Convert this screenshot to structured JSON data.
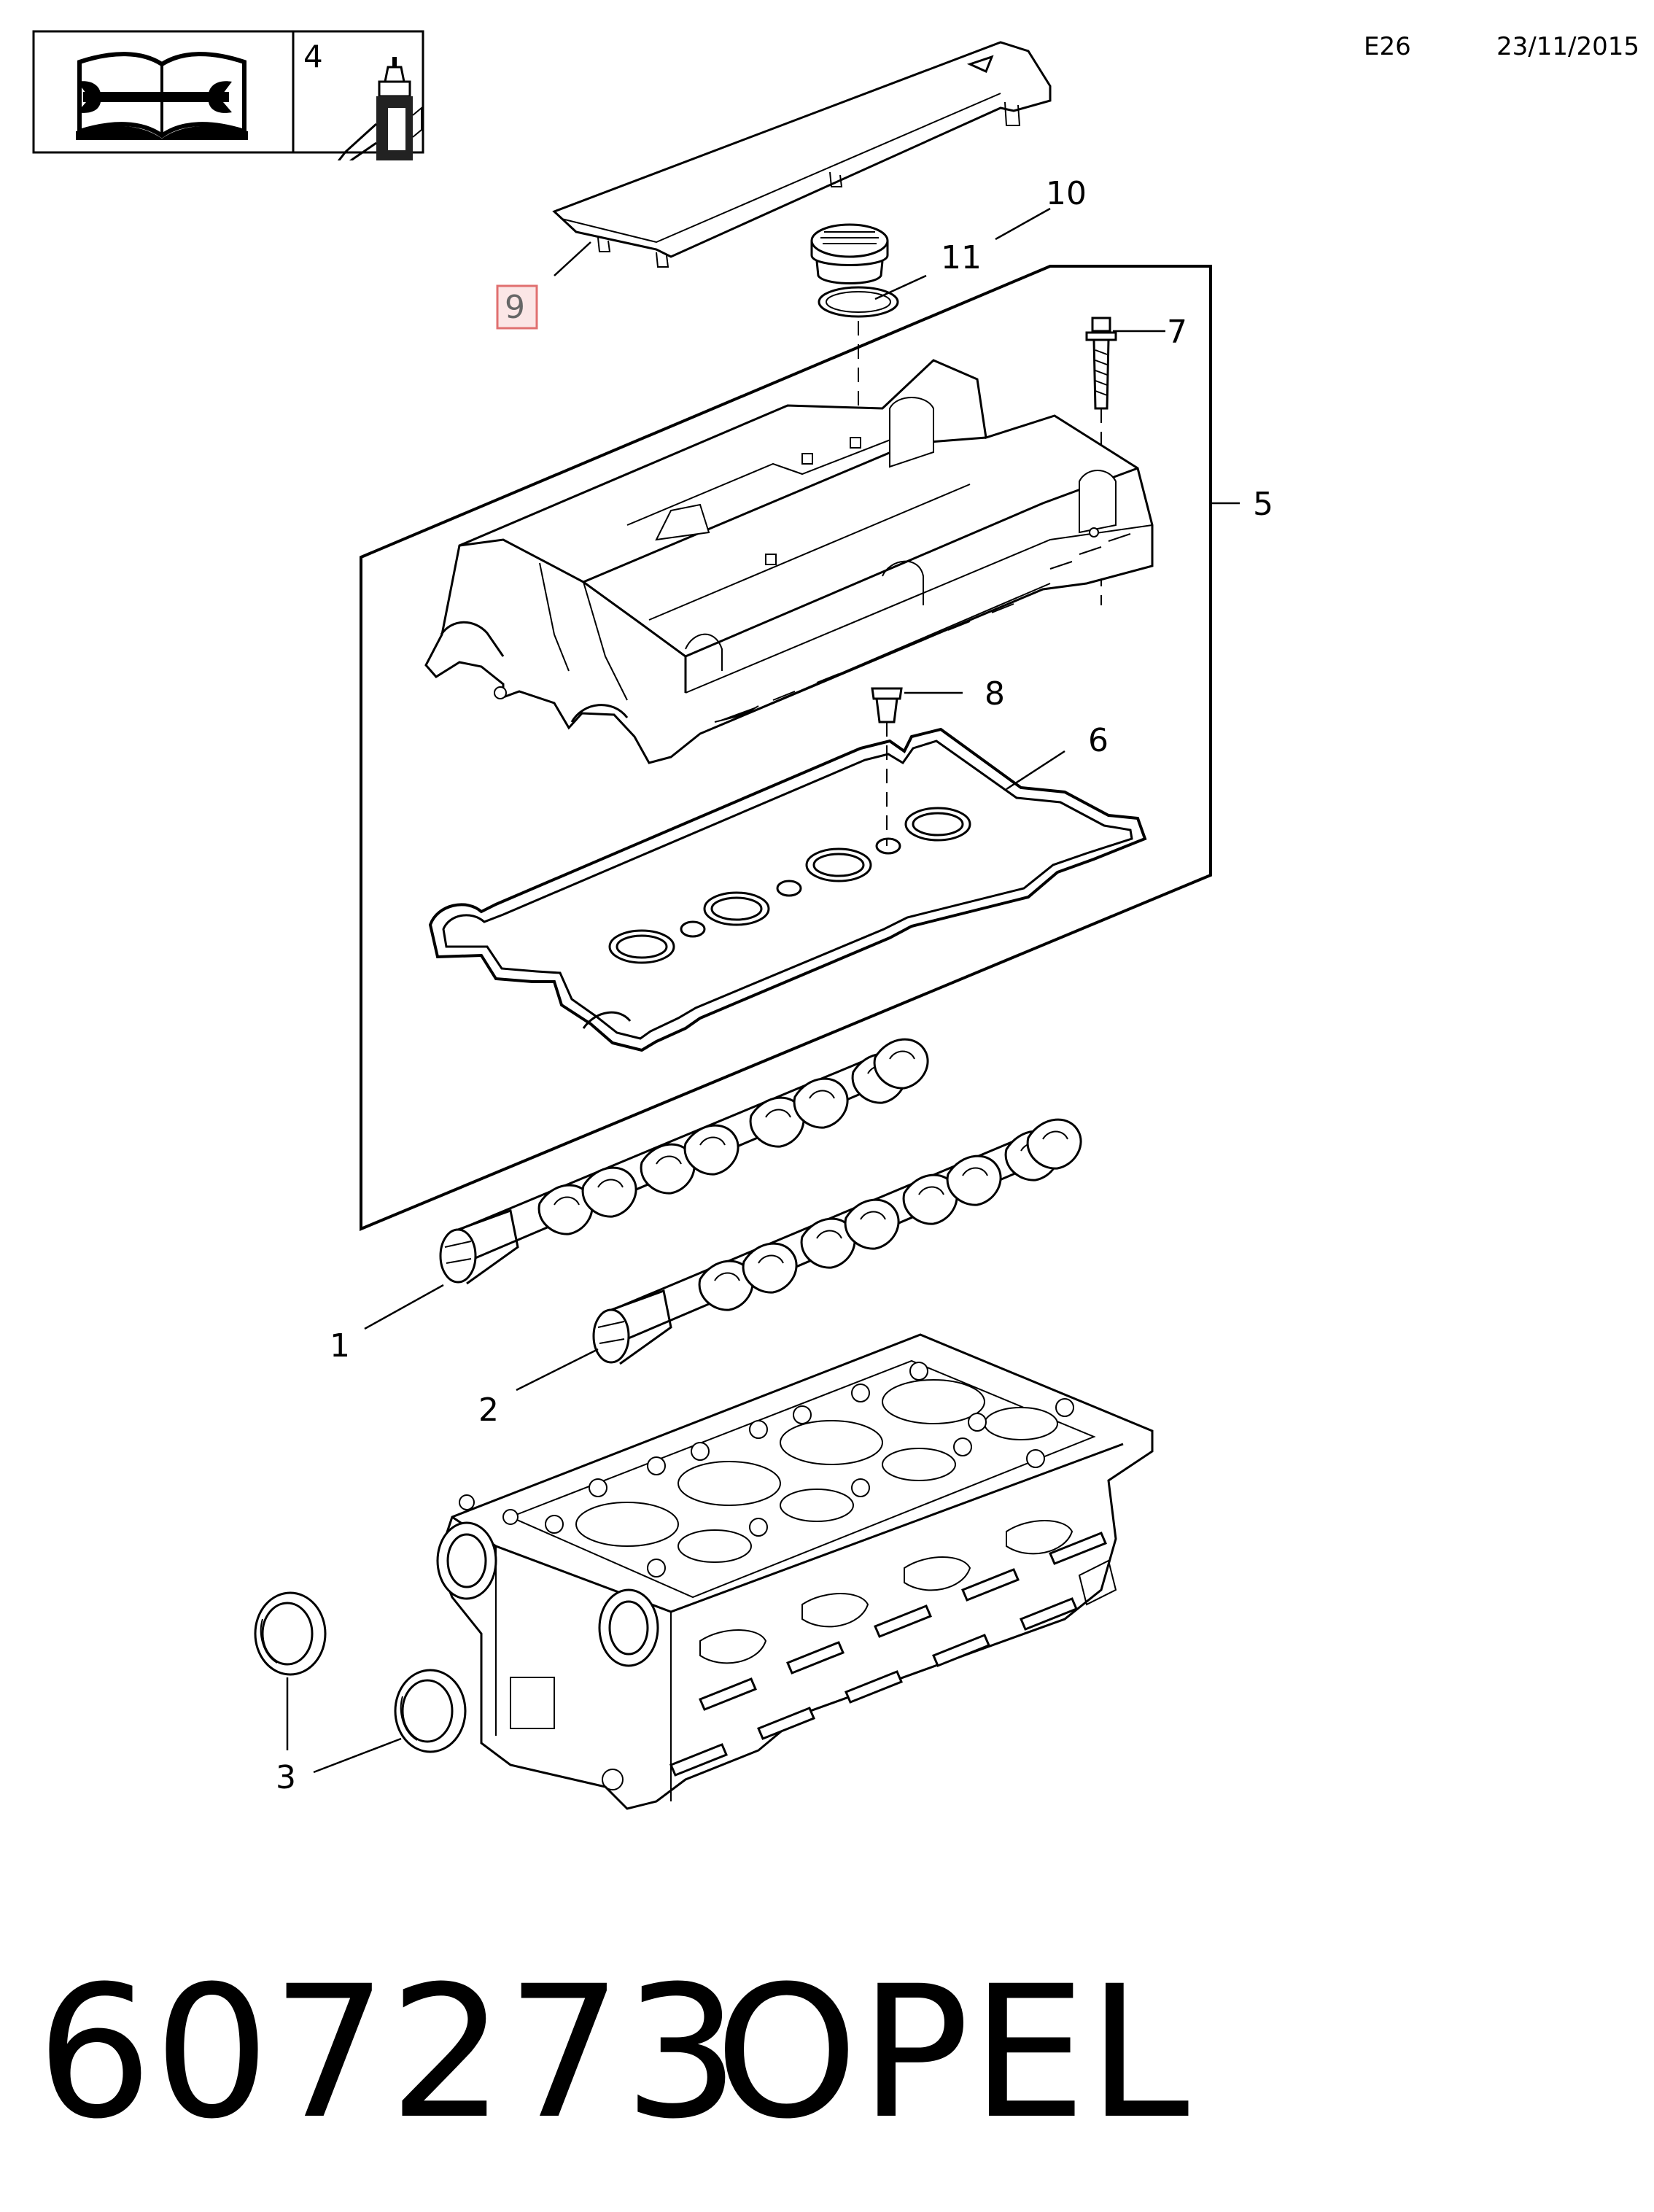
{
  "header": {
    "code": "E26",
    "date": "23/11/2015"
  },
  "legend_box": {
    "left_icon": "service-manual-wrench-icon",
    "ref_number": "4",
    "right_icon": "adhesive-bottle-icon"
  },
  "callouts": {
    "c1": "1",
    "c2": "2",
    "c3": "3",
    "c5": "5",
    "c6": "6",
    "c7": "7",
    "c8": "8",
    "c9": "9",
    "c10": "10",
    "c11": "11"
  },
  "highlight_color": "#e07070",
  "footer": {
    "part_number": "607273",
    "brand": "OPEL"
  }
}
